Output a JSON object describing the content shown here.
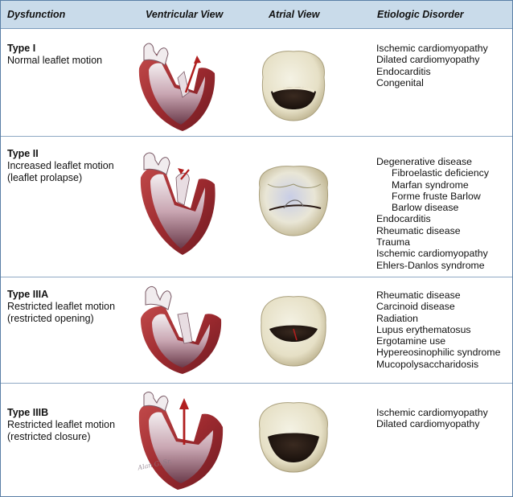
{
  "headers": {
    "dysfunction": "Dysfunction",
    "ventricular": "Ventricular View",
    "atrial": "Atrial View",
    "etiologic": "Etiologic Disorder"
  },
  "rows": [
    {
      "type": "Type I",
      "desc": [
        "Normal leaflet motion"
      ],
      "etiology": [
        {
          "text": "Ischemic cardiomyopathy",
          "indent": false
        },
        {
          "text": "Dilated cardiomyopathy",
          "indent": false
        },
        {
          "text": "Endocarditis",
          "indent": false
        },
        {
          "text": "Congenital",
          "indent": false
        }
      ]
    },
    {
      "type": "Type II",
      "desc": [
        "Increased  leaflet motion",
        "(leaflet prolapse)"
      ],
      "etiology": [
        {
          "text": "Degenerative disease",
          "indent": false
        },
        {
          "text": "Fibroelastic deficiency",
          "indent": true
        },
        {
          "text": "Marfan syndrome",
          "indent": true
        },
        {
          "text": "Forme fruste Barlow",
          "indent": true
        },
        {
          "text": "Barlow disease",
          "indent": true
        },
        {
          "text": "Endocarditis",
          "indent": false
        },
        {
          "text": "Rheumatic disease",
          "indent": false
        },
        {
          "text": "Trauma",
          "indent": false
        },
        {
          "text": "Ischemic cardiomyopathy",
          "indent": false
        },
        {
          "text": "Ehlers-Danlos syndrome",
          "indent": false
        }
      ]
    },
    {
      "type": "Type IIIA",
      "desc": [
        "Restricted leaflet motion",
        "(restricted opening)"
      ],
      "etiology": [
        {
          "text": "Rheumatic disease",
          "indent": false
        },
        {
          "text": "Carcinoid disease",
          "indent": false
        },
        {
          "text": "Radiation",
          "indent": false
        },
        {
          "text": "Lupus erythematosus",
          "indent": false
        },
        {
          "text": "Ergotamine use",
          "indent": false
        },
        {
          "text": "Hypereosinophilic syndrome",
          "indent": false
        },
        {
          "text": "Mucopolysaccharidosis",
          "indent": false
        }
      ]
    },
    {
      "type": "Type IIIB",
      "desc": [
        "Restricted leaflet motion",
        "(restricted closure)"
      ],
      "etiology": [
        {
          "text": "Ischemic cardiomyopathy",
          "indent": false
        },
        {
          "text": "Dilated cardiomyopathy",
          "indent": false
        }
      ]
    }
  ],
  "signature": "Alan G. Sr."
}
